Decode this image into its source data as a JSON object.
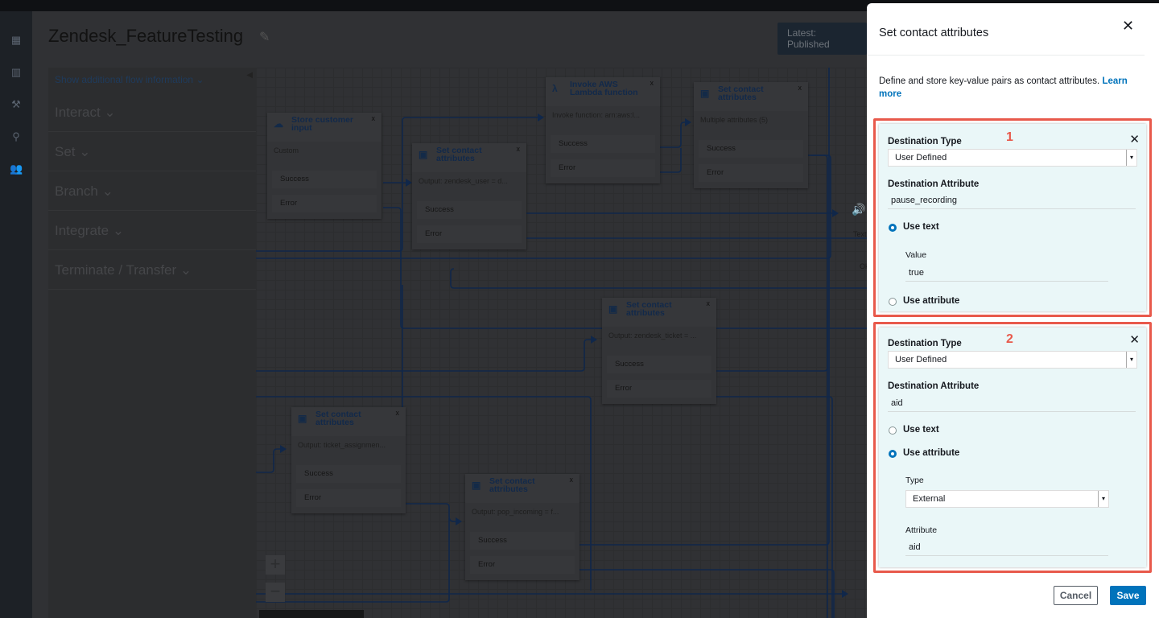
{
  "flow": {
    "title": "Zendesk_FeatureTesting",
    "status": "Latest: Published"
  },
  "sidebar": {
    "show_info": "Show additional flow information",
    "categories": [
      "Interact",
      "Set",
      "Branch",
      "Integrate",
      "Terminate / Transfer"
    ]
  },
  "nodes": [
    {
      "title": "Store customer input",
      "subtitle": "Custom",
      "branches": [
        "Success",
        "Error"
      ],
      "icon": "cloud-icon"
    },
    {
      "title": "Set contact attributes",
      "subtitle": "Output: zendesk_user = d...",
      "branches": [
        "Success",
        "Error"
      ],
      "icon": "contact-attributes-icon"
    },
    {
      "title": "Invoke AWS Lambda function",
      "subtitle": "Invoke function: arn:aws:l...",
      "branches": [
        "Success",
        "Error"
      ],
      "icon": "lambda-icon"
    },
    {
      "title": "Set contact attributes",
      "subtitle": "Multiple attributes (5)",
      "branches": [
        "Success",
        "Error"
      ],
      "icon": "contact-attributes-icon"
    },
    {
      "title": "Set contact attributes",
      "subtitle": "Output: zendesk_ticket = ...",
      "branches": [
        "Success",
        "Error"
      ],
      "icon": "contact-attributes-icon"
    },
    {
      "title": "Set contact attributes",
      "subtitle": "Output: ticket_assignmen...",
      "branches": [
        "Success",
        "Error"
      ],
      "icon": "contact-attributes-icon"
    },
    {
      "title": "Set contact attributes",
      "subtitle": "Output: pop_incoming = f...",
      "branches": [
        "Success",
        "Error"
      ],
      "icon": "contact-attributes-icon"
    }
  ],
  "partial_node": {
    "label": "Text",
    "branch": "Ok"
  },
  "panel": {
    "title": "Set contact attributes",
    "description": "Define and store key-value pairs as contact attributes.",
    "learn_more": "Learn more",
    "groups": [
      {
        "number": "1",
        "dest_type_label": "Destination Type",
        "dest_type": "User Defined",
        "dest_attr_label": "Destination Attribute",
        "dest_attr": "pause_recording",
        "use_text": "Use text",
        "use_attribute": "Use attribute",
        "mode": "text",
        "value_label": "Value",
        "value": "true"
      },
      {
        "number": "2",
        "dest_type_label": "Destination Type",
        "dest_type": "User Defined",
        "dest_attr_label": "Destination Attribute",
        "dest_attr": "aid",
        "use_text": "Use text",
        "use_attribute": "Use attribute",
        "mode": "attribute",
        "type_label": "Type",
        "type": "External",
        "attribute_label": "Attribute",
        "attribute": "aid"
      }
    ],
    "cancel": "Cancel",
    "save": "Save"
  },
  "colors": {
    "accent": "#0073bb",
    "highlight": "#e8594b",
    "group_bg": "#eaf7f8"
  }
}
